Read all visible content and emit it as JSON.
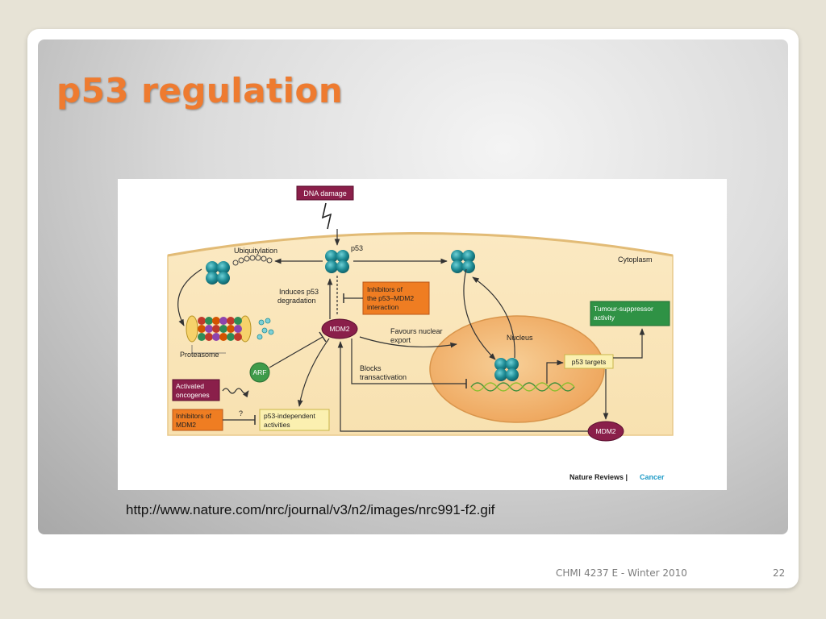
{
  "slide": {
    "title": "p53 regulation",
    "source_url": "http://www.nature.com/nrc/journal/v3/n2/images/nrc991-f2.gif",
    "footer_course": "CHMI 4237 E - Winter 2010",
    "page_number": "22"
  },
  "figure": {
    "labels": {
      "dna_damage": "DNA damage",
      "p53": "p53",
      "ubiquitylation": "Ubiquitylation",
      "cytoplasm": "Cytoplasm",
      "induces_line1": "Induces p53",
      "induces_line2": "degradation",
      "inhibitors_line1": "Inhibitors of",
      "inhibitors_line2": "the p53–MDM2",
      "inhibitors_line3": "interaction",
      "mdm2": "MDM2",
      "proteasome": "Proteasome",
      "favours_line1": "Favours nuclear",
      "favours_line2": "export",
      "nucleus": "Nucleus",
      "tumour_line1": "Tumour-suppressor",
      "tumour_line2": "activity",
      "p53_targets": "p53 targets",
      "blocks_line1": "Blocks",
      "blocks_line2": "transactivation",
      "arf": "ARF",
      "onco_line1": "Activated",
      "onco_line2": "oncogenes",
      "inhib_mdm2_line1": "Inhibitors of",
      "inhib_mdm2_line2": "MDM2",
      "question": "?",
      "p53ind_line1": "p53-independent",
      "p53ind_line2": "activities",
      "mdm2_nuclear": "MDM2",
      "credit_journal": "Nature Reviews | ",
      "credit_section": "Cancer"
    },
    "colors": {
      "dna_damage_box": "#8a1f4a",
      "mdm2": "#8a1f4a",
      "inhibitor_box": "#ef7d22",
      "tumour_box": "#2f9245",
      "arf": "#3f9b4a",
      "p53_subunit": "#1f8c95",
      "cytoplasm": "#f8e3b4",
      "nucleus": "#f3b877",
      "p53_targets_box": "#fbf0b0"
    }
  }
}
